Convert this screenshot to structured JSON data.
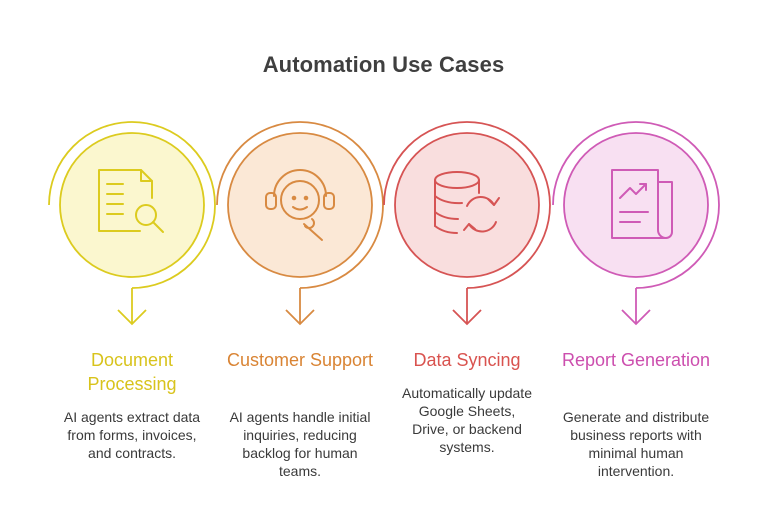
{
  "title": "Automation Use Cases",
  "colors": {
    "doc": "#dccb1f",
    "doc_fill": "#fbf7cf",
    "doc_label": "#d8c31c",
    "support": "#d88a42",
    "support_fill": "#fbe8d6",
    "support_label": "#d98434",
    "sync": "#d65454",
    "sync_fill": "#f9dede",
    "sync_label": "#d9534f",
    "report": "#cf5bb6",
    "report_fill": "#f8e0f2",
    "report_label": "#cc4eae"
  },
  "items": [
    {
      "label": "Document Processing",
      "description": "AI agents extract data from forms, invoices, and contracts.",
      "icon": "document-search-icon"
    },
    {
      "label": "Customer Support",
      "description": "AI agents handle initial inquiries, reducing backlog for human teams.",
      "icon": "headset-support-icon"
    },
    {
      "label": "Data Syncing",
      "description": "Automatically update Google Sheets, Drive, or backend systems.",
      "icon": "database-sync-icon"
    },
    {
      "label": "Report Generation",
      "description": "Generate and distribute business reports with minimal human intervention.",
      "icon": "report-chart-icon"
    }
  ]
}
